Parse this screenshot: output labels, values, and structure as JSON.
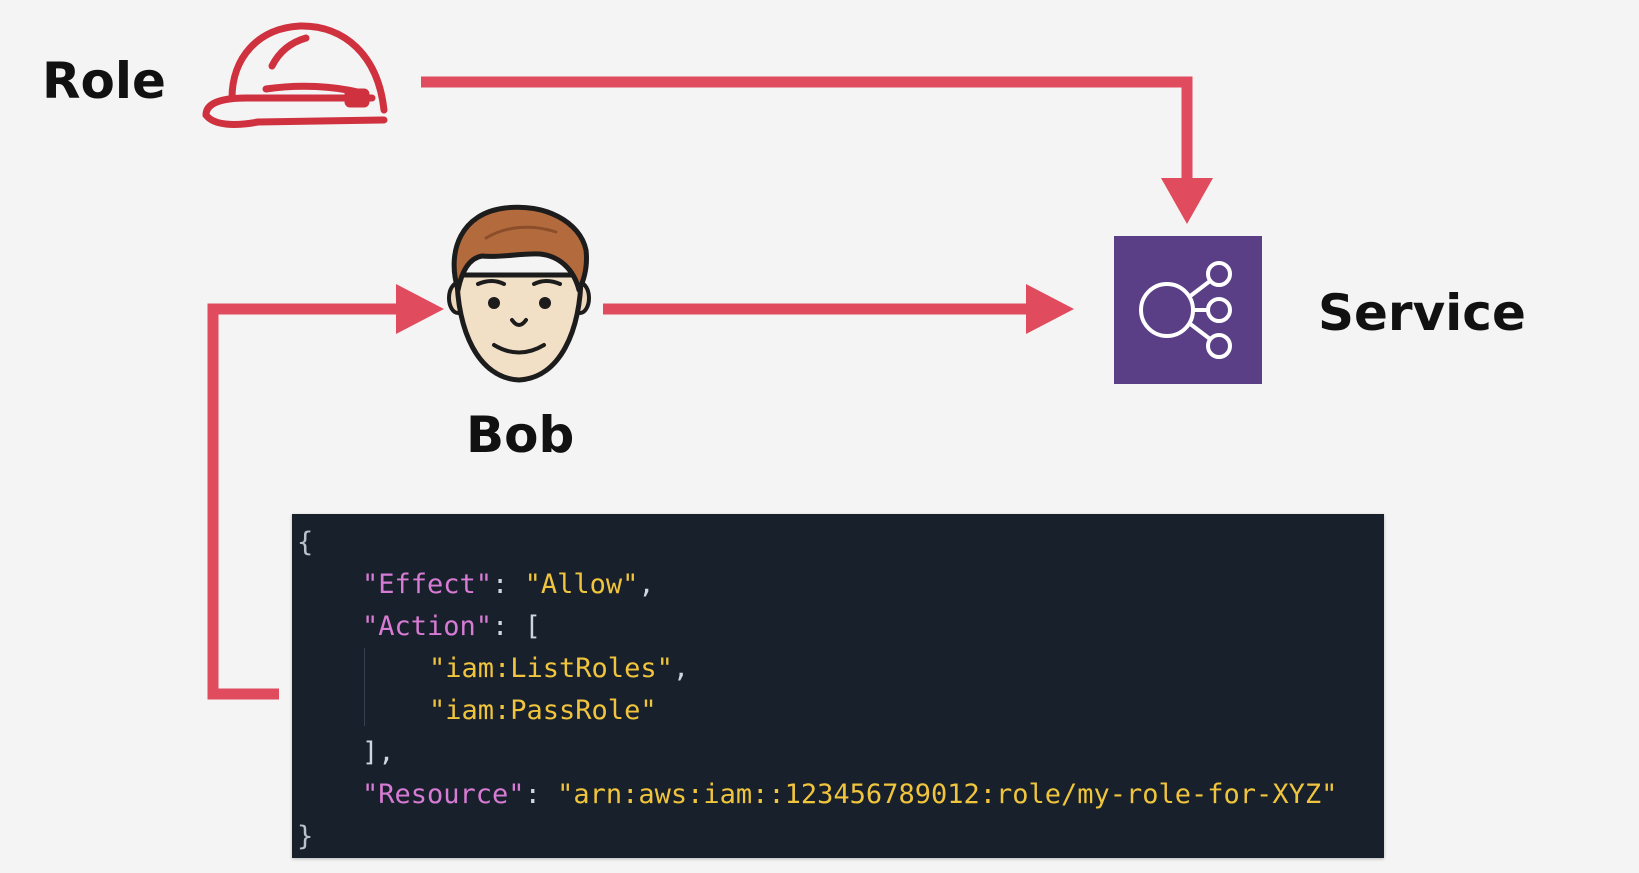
{
  "labels": {
    "role": "Role",
    "bob": "Bob",
    "service": "Service"
  },
  "icons": {
    "role": "hard-hat-icon",
    "user": "user-avatar-icon",
    "service": "service-hub-icon"
  },
  "colors": {
    "background": "#f4f4f4",
    "arrow": "#e04b5e",
    "hard_hat": "#d0313f",
    "service_tile": "#5b3f86",
    "code_background": "#17202b",
    "code_key": "#d77bd4",
    "code_string": "#f0c43c",
    "code_punctuation": "#cfd6de"
  },
  "policy": {
    "open_brace": "{",
    "effect_key": "\"Effect\"",
    "effect_value": "\"Allow\"",
    "action_key": "\"Action\"",
    "action_open": "[",
    "actions": [
      "\"iam:ListRoles\"",
      "\"iam:PassRole\""
    ],
    "action_close": "],",
    "resource_key": "\"Resource\"",
    "resource_value": "\"arn:aws:iam::123456789012:role/my-role-for-XYZ\"",
    "close_brace": "}",
    "colon": ": ",
    "comma": ","
  }
}
